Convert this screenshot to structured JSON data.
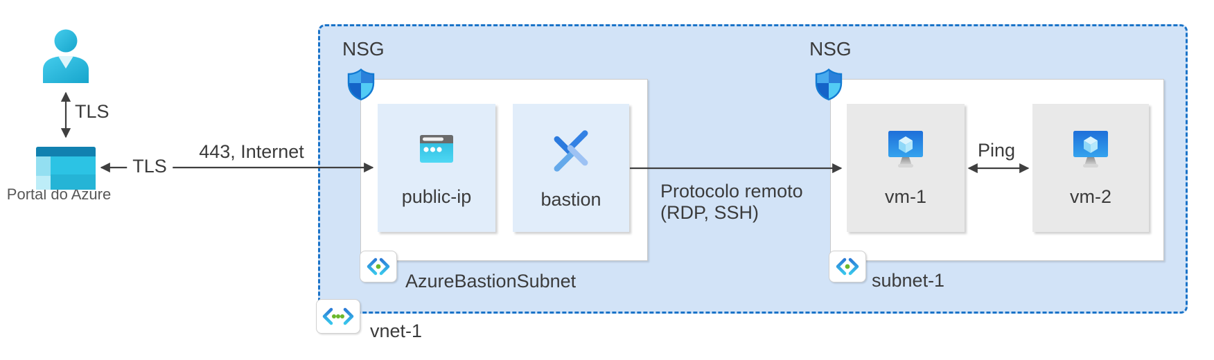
{
  "client": {
    "tls_user_portal": "TLS",
    "portal_label": "Portal do Azure",
    "tls_inbound": "TLS",
    "inbound_route": "443, Internet"
  },
  "vnet": {
    "name": "vnet-1",
    "bastion_subnet": {
      "name": "AzureBastionSubnet",
      "nsg": "NSG",
      "public_ip": {
        "label": "public-ip"
      },
      "bastion": {
        "label": "bastion"
      }
    },
    "workload_subnet": {
      "name": "subnet-1",
      "nsg": "NSG",
      "vm1": {
        "label": "vm-1"
      },
      "vm2": {
        "label": "vm-2"
      }
    },
    "connections": {
      "remote_protocol_line1": "Protocolo remoto",
      "remote_protocol_line2": "(RDP, SSH)",
      "ping": "Ping"
    }
  },
  "icons": {
    "user": "person-icon",
    "portal": "azure-portal-icon",
    "nsg": "nsg-shield-icon",
    "public_ip": "public-ip-window-icon",
    "bastion": "bastion-chevrons-icon",
    "vm": "virtual-machine-icon",
    "subnet": "subnet-brackets-icon",
    "vnet": "vnet-brackets-icon"
  },
  "colors": {
    "vnet_fill": "#d2e3f7",
    "vnet_border": "#1a73c8",
    "tile_blue": "#e1edfa",
    "tile_gray": "#e9e9e9",
    "text": "#3b3b3b",
    "arrow": "#3f3f3f",
    "shield_blue": "#2b80da",
    "green_dot": "#6ab82c"
  }
}
